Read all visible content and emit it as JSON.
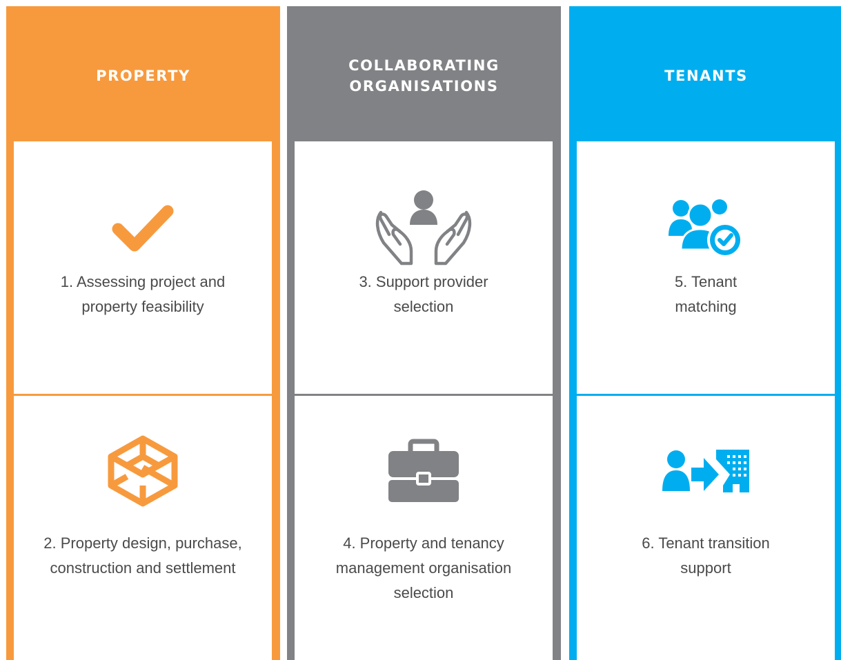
{
  "columns": [
    {
      "title": "PROPERTY",
      "color": "#f79a3e",
      "steps": [
        {
          "icon": "checkmark-icon",
          "text": "1. Assessing project and\nproperty feasibility"
        },
        {
          "icon": "box-outline-icon",
          "text": "2. Property design, purchase,\nconstruction and settlement"
        }
      ]
    },
    {
      "title": "COLLABORATING\nORGANISATIONS",
      "color": "#818285",
      "steps": [
        {
          "icon": "hands-holding-person-icon",
          "text": "3. Support provider\nselection"
        },
        {
          "icon": "briefcase-icon",
          "text": "4. Property and tenancy\nmanagement organisation\nselection"
        }
      ]
    },
    {
      "title": "TENANTS",
      "color": "#00aeef",
      "steps": [
        {
          "icon": "group-check-icon",
          "text": "5. Tenant\nmatching"
        },
        {
          "icon": "person-to-building-icon",
          "text": "6. Tenant transition\nsupport"
        }
      ]
    }
  ]
}
